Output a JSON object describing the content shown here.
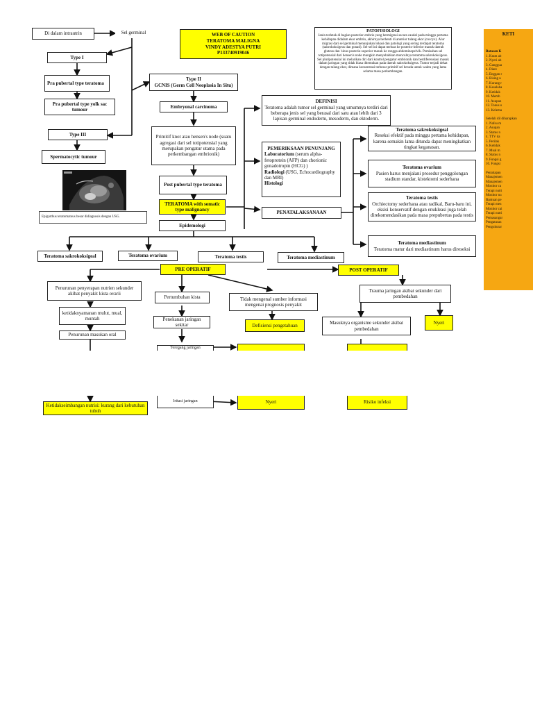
{
  "title_box": {
    "line1": "WEB OF CAUTION",
    "line2": "TERATOMA MALIGNA",
    "line3": "VINDY ADESTYA PUTRI",
    "line4": "P133740919046"
  },
  "patofisiologi": {
    "title": "PATOFISIOLOGI",
    "text": "Janin terletak di bagian posterior embrio yang bermigrasi secara caudal pada minggu pertama kehidupan didalam ekor embrio, akhirnya berhenti di anterior tulang ekor (coccyx). Alur migrasi dari sel germinal menunjukan lokasi dan patologi yang sering terdapat teratoma (sakrokoksigeus dan gonad). Sel-sel ini dapat meluas ke posterio-inferior masuk daerah gluteus dan 'sinus posterio-superior masuk ke rongga abdominopelvik. Pemisahan sel totipotensial dari hensen's node mungkin menyebabkan munculnya teratoma sakrokoksigeus. Sel pluripotensial ini melarikan diri dari kontrol pengatur embrionik dan berdiferensiasi masuk dalam jaringan yang tidak biasa ditemukan pada daerah sakrokoksigeus. Tumor terjadi dekat dengan tulang ekor, dimana konsentrasi terbesar primitif sel berada untuk waktu yang lama selama masa perkembangan."
  },
  "flow": {
    "intrauterin": "Di dalam intrautrin",
    "sel_germinal": "Sel germinal",
    "type1": "Type I",
    "pra_pubertal": "Pra pubertal type teratoma",
    "pra_pubertal_yolk": "Pra pubertal type yolk sac tumour",
    "type3": "Type III",
    "spermatocytic": "Spermatocytic tumour",
    "type2_a": "Type II",
    "type2_b": "GCNIS (Germ Cell Neoplasia In Situ)",
    "embryonal": "Embryonal carcinoma",
    "primitif": "Primitif knot atau hensen's node (suatu agregasi dari sel totipotensial yang merupakan pengatur utama pada perkembangan embrionik)",
    "post_pubertal": "Post pubertal type teratoma",
    "somatic": "TERATOMA with somatic type malignancy",
    "epidemologi": "Epidemologi",
    "usg_caption": "Epigarthus teratomatous besar didiagnosis dengan USG."
  },
  "definisi": {
    "title": "DEFINISI",
    "text": "Teratoma adalah tumor sel germinal yang umumnya terdiri dari beberapa jenis sel yang berasal dari satu atau lebih dari 3 lapisan germinal endoderm, mesoderm, dan ektoderm."
  },
  "pemeriksaan": {
    "title": "PEMERIKSAAN PENUNJANG",
    "lab_label": "Laboratorium",
    "lab_text": " (serum alpha-fetoprotein (AFP) dan chorionic gonadotropin (HCG) )",
    "rad_label": "Radiologi",
    "rad_text": " (USG, Echocardiography dan MRI)",
    "histo": "Histologi"
  },
  "penatalaksanaan": "PENATALAKSANAAN",
  "treatments": [
    {
      "title": "Teratoma sakrokoksigeal",
      "text": "Reseksi efektif pada minggu pertama kehidupan, karena semakin lama ditunda dapat meningkatkan tingkat keganasan."
    },
    {
      "title": "Teratoma ovarium",
      "text": "Pasien harus menjalani prosedur penggolongan stadium standar, kistektomi sederhana"
    },
    {
      "title": "Teratoma testis",
      "text": "Orchiectomy sederhana atau radikal, Baru-baru ini, eksisi konservatif dengan enukleasi juga telah direkomendasikan pada masa prepubertas pada testis"
    },
    {
      "title": "Teratoma mediastinum",
      "text": "Teratoma matur dari mediastinum harus direseksi"
    }
  ],
  "types": [
    "Teratoma sakrokoksigeal",
    "Teratoma ovarium",
    "Teratoma testis",
    "Teratoma mediastinum"
  ],
  "pre_operatif": "PRE OPERATIF",
  "post_operatif": "POST OPERATIF",
  "pre": {
    "penurunan_penyerapan": "Penurunan penyerapan nutrien sekunder akibat penyakit kista ovarii",
    "ketidaknyamanan": "ketidaknyamanan mulut, mual, muntah",
    "penurunan_masukan": "Penurunan masukan oral",
    "ketidakseimbangan": "Ketidakseimbangan nutrisi: kurang dari kebutuhan tubuh",
    "pertumbuhan_kista": "Pertumbuhan kista",
    "penekanan": "Penekanan jaringan sekitar",
    "teregang": "Teregang jaringan",
    "iritasi": "Iritasi jaringan",
    "tidak_mengenal": "Tidak mengenal sumber informasi mengenai prognosis penyakit",
    "defisiensi": "Defisiensi pengetahuan",
    "nyeri_pre": "Nyeri"
  },
  "post": {
    "trauma": "Trauma jaringan akibat sekunder dari pembedahan",
    "masuknya": "Masuknya organisme sekunder akibat pembedahan",
    "nyeri": "Nyeri",
    "risiko": "Risiko infeksi"
  },
  "ketidaknyamanan_panel": {
    "heading": "KETI",
    "batasan_label": "Batasan K",
    "batasan_items": [
      "1. Kram ab",
      "2. Nyeri ab",
      "3. Ganggua",
      "4. Diare",
      "5. Enggan r",
      "6. Bising u",
      "7. Kurang r",
      "8. Kesalaha",
      "9. Ketidak",
      "10. Memb",
      "11. Asupan",
      "12. Tonus o",
      "13. Kelema"
    ],
    "setelah_label": "Setelah dil diharapkan",
    "setelah_items": [
      "1. Nafsu m",
      "2. Asupan",
      "3. Status n",
      "4. TTV da",
      "5. Perilak",
      "6. Ketidak",
      "7. Mual m",
      "8. Status n",
      "9. Fungsi g",
      "10. Fungsi"
    ],
    "intervensi_items": [
      "Penahapan",
      "Manajemen",
      "Manajemen",
      "Monitor ca",
      "Terapi nutri",
      "Monitor nu",
      "Bantuan pe",
      "Terapi men",
      "Monitor cai",
      "Terapi nutri",
      "Pemasangar",
      "Pengaturan",
      "Pengukurar"
    ]
  }
}
